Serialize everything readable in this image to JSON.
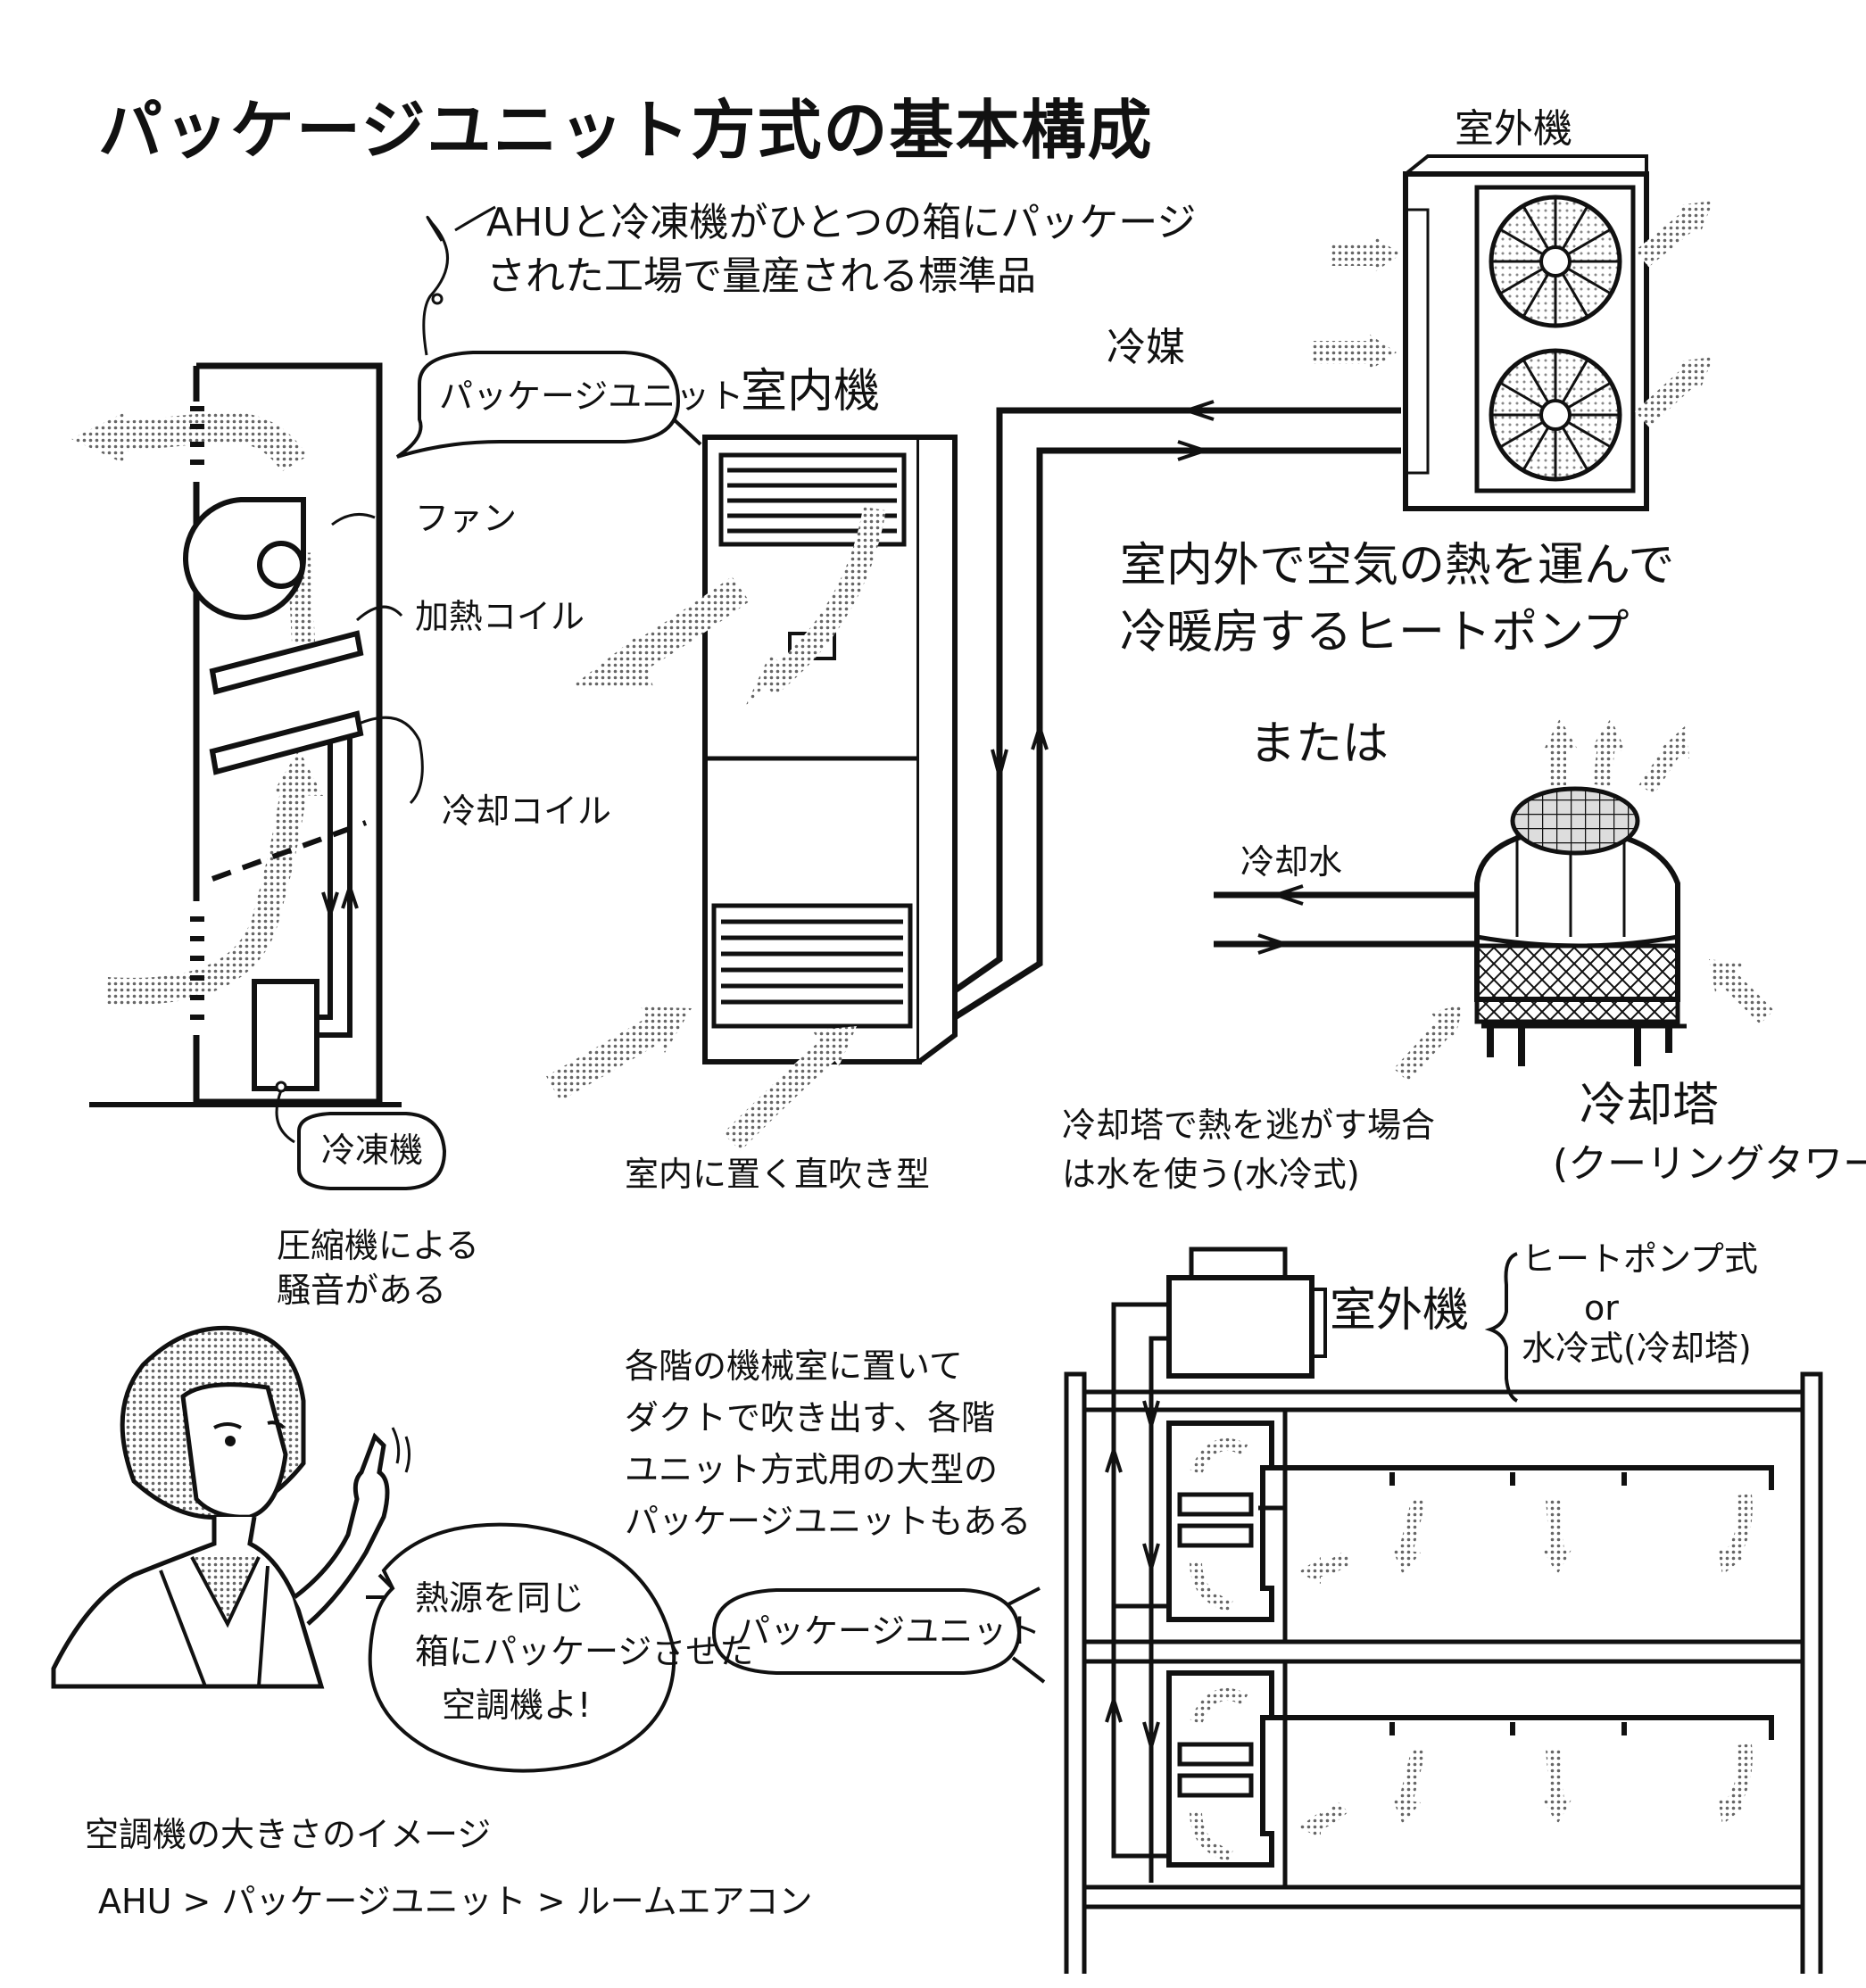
{
  "title": "パッケージユニット方式の基本構成",
  "header_note": {
    "line1": "AHUと冷凍機がひとつの箱にパッケージ",
    "line2": "された工場で量産される標準品"
  },
  "left_unit": {
    "bubble": "パッケージユニット",
    "fan": "ファン",
    "heating_coil": "加熱コイル",
    "cooling_coil": "冷却コイル",
    "refrigerator_bubble": "冷凍機",
    "compressor_note_1": "圧縮機による",
    "compressor_note_2": "騒音がある"
  },
  "indoor_unit": {
    "label": "室内機",
    "caption": "室内に置く直吹き型"
  },
  "refrigerant_label": "冷媒",
  "outdoor_unit": {
    "label": "室外機"
  },
  "heat_pump_note": {
    "line1": "室内外で空気の熱を運んで",
    "line2": "冷暖房するヒートポンプ"
  },
  "or_label": "または",
  "cooling_water_label": "冷却水",
  "cooling_tower": {
    "label": "冷却塔",
    "sub": "(クーリングタワー)",
    "note1": "冷却塔で熱を逃がす場合",
    "note2": "は水を使う(水冷式)"
  },
  "building": {
    "outdoor_unit": "室外機",
    "opt1": "ヒートポンプ式",
    "opt_or": "or",
    "opt2": "水冷式(冷却塔)",
    "note1": "各階の機械室に置いて",
    "note2": "ダクトで吹き出す、各階",
    "note3": "ユニット方式用の大型の",
    "note4": "パッケージユニットもある",
    "bubble": "パッケージユニット"
  },
  "speech": {
    "line1": "熱源を同じ",
    "line2": "箱にパッケージさせた",
    "line3": "空調機よ!"
  },
  "size_image": {
    "label": "空調機の大きさのイメージ",
    "comparison": "AHU > パッケージユニット > ルームエアコン"
  },
  "colors": {
    "ink": "#111111",
    "screen": "#9a9a9a",
    "paper": "#ffffff"
  }
}
